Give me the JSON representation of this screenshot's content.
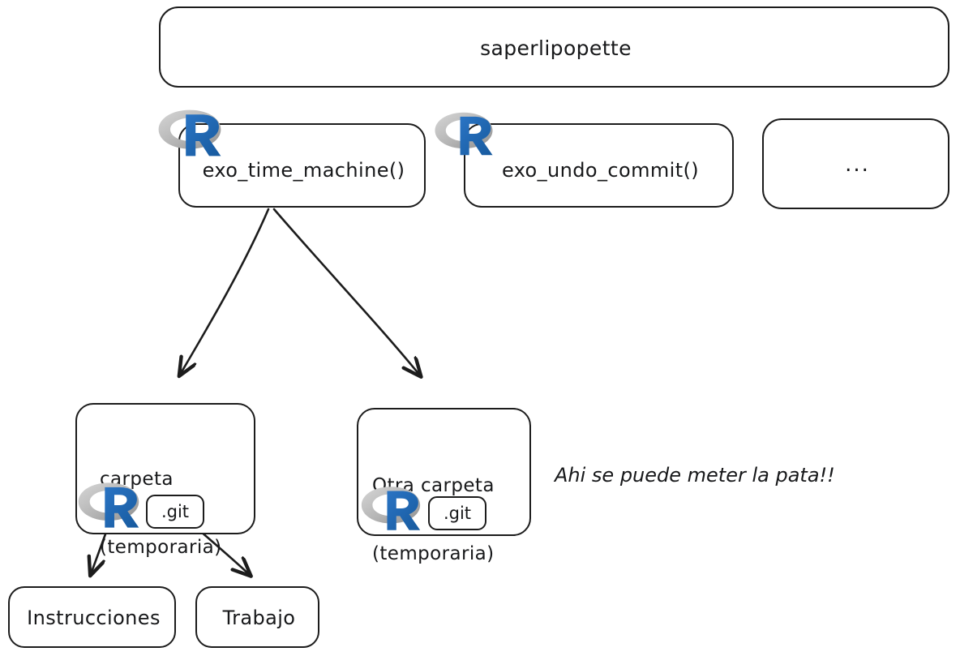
{
  "diagram": {
    "title_box": {
      "label": "saperlipopette"
    },
    "functions_row": [
      {
        "label": "exo_time_machine()",
        "icon": "r-language-logo"
      },
      {
        "label": "exo_undo_commit()",
        "icon": "r-language-logo"
      },
      {
        "label": "...",
        "icon": "none"
      }
    ],
    "folders_row": [
      {
        "line1": "carpeta",
        "line2": "(temporaria)",
        "icon": "r-language-logo",
        "git_chip": ".git"
      },
      {
        "line1": "Otra carpeta",
        "line2": "(temporaria)",
        "icon": "r-language-logo",
        "git_chip": ".git"
      }
    ],
    "leaf_row": [
      {
        "label": "Instrucciones"
      },
      {
        "label": "Trabajo"
      }
    ],
    "annotation": "Ahi se puede meter la pata!!",
    "colors": {
      "stroke": "#1c1c1c",
      "text": "#17181a",
      "background": "#ffffff",
      "r_logo_blue": "#1d64b0",
      "r_logo_gray_light": "#cfcfcf",
      "r_logo_gray_dark": "#9a9a9a"
    }
  }
}
